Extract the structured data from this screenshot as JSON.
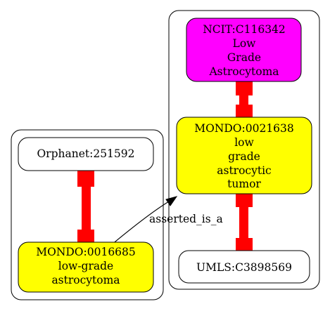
{
  "clusters": [
    {
      "id": "left",
      "nodes": [
        "orphanet",
        "mondo16685"
      ]
    },
    {
      "id": "right",
      "nodes": [
        "ncit",
        "mondo21638",
        "umls"
      ]
    }
  ],
  "nodes": {
    "orphanet": {
      "lines": [
        "Orphanet:251592"
      ],
      "fill": "#ffffff"
    },
    "mondo16685": {
      "lines": [
        "MONDO:0016685",
        "low-grade",
        "astrocytoma"
      ],
      "fill": "#ffff00"
    },
    "ncit": {
      "lines": [
        "NCIT:C116342",
        "Low",
        "Grade",
        "Astrocytoma"
      ],
      "fill": "#ff00ff"
    },
    "mondo21638": {
      "lines": [
        "MONDO:0021638",
        "low",
        "grade",
        "astrocytic",
        "tumor"
      ],
      "fill": "#ffff00"
    },
    "umls": {
      "lines": [
        "UMLS:C3898569"
      ],
      "fill": "#ffffff"
    }
  },
  "edges": [
    {
      "id": "edge-orphanet-mondo16685",
      "from": "orphanet",
      "to": "mondo16685",
      "style": "bold-red-bidirectional",
      "color": "#ff0000"
    },
    {
      "id": "edge-ncit-mondo21638",
      "from": "ncit",
      "to": "mondo21638",
      "style": "bold-red-bidirectional",
      "color": "#ff0000"
    },
    {
      "id": "edge-mondo21638-umls",
      "from": "mondo21638",
      "to": "umls",
      "style": "bold-red-bidirectional",
      "color": "#ff0000"
    },
    {
      "id": "edge-asserted-is-a",
      "from": "mondo16685",
      "to": "mondo21638",
      "style": "arrow",
      "color": "#000000",
      "label": "asserted_is_a"
    }
  ]
}
